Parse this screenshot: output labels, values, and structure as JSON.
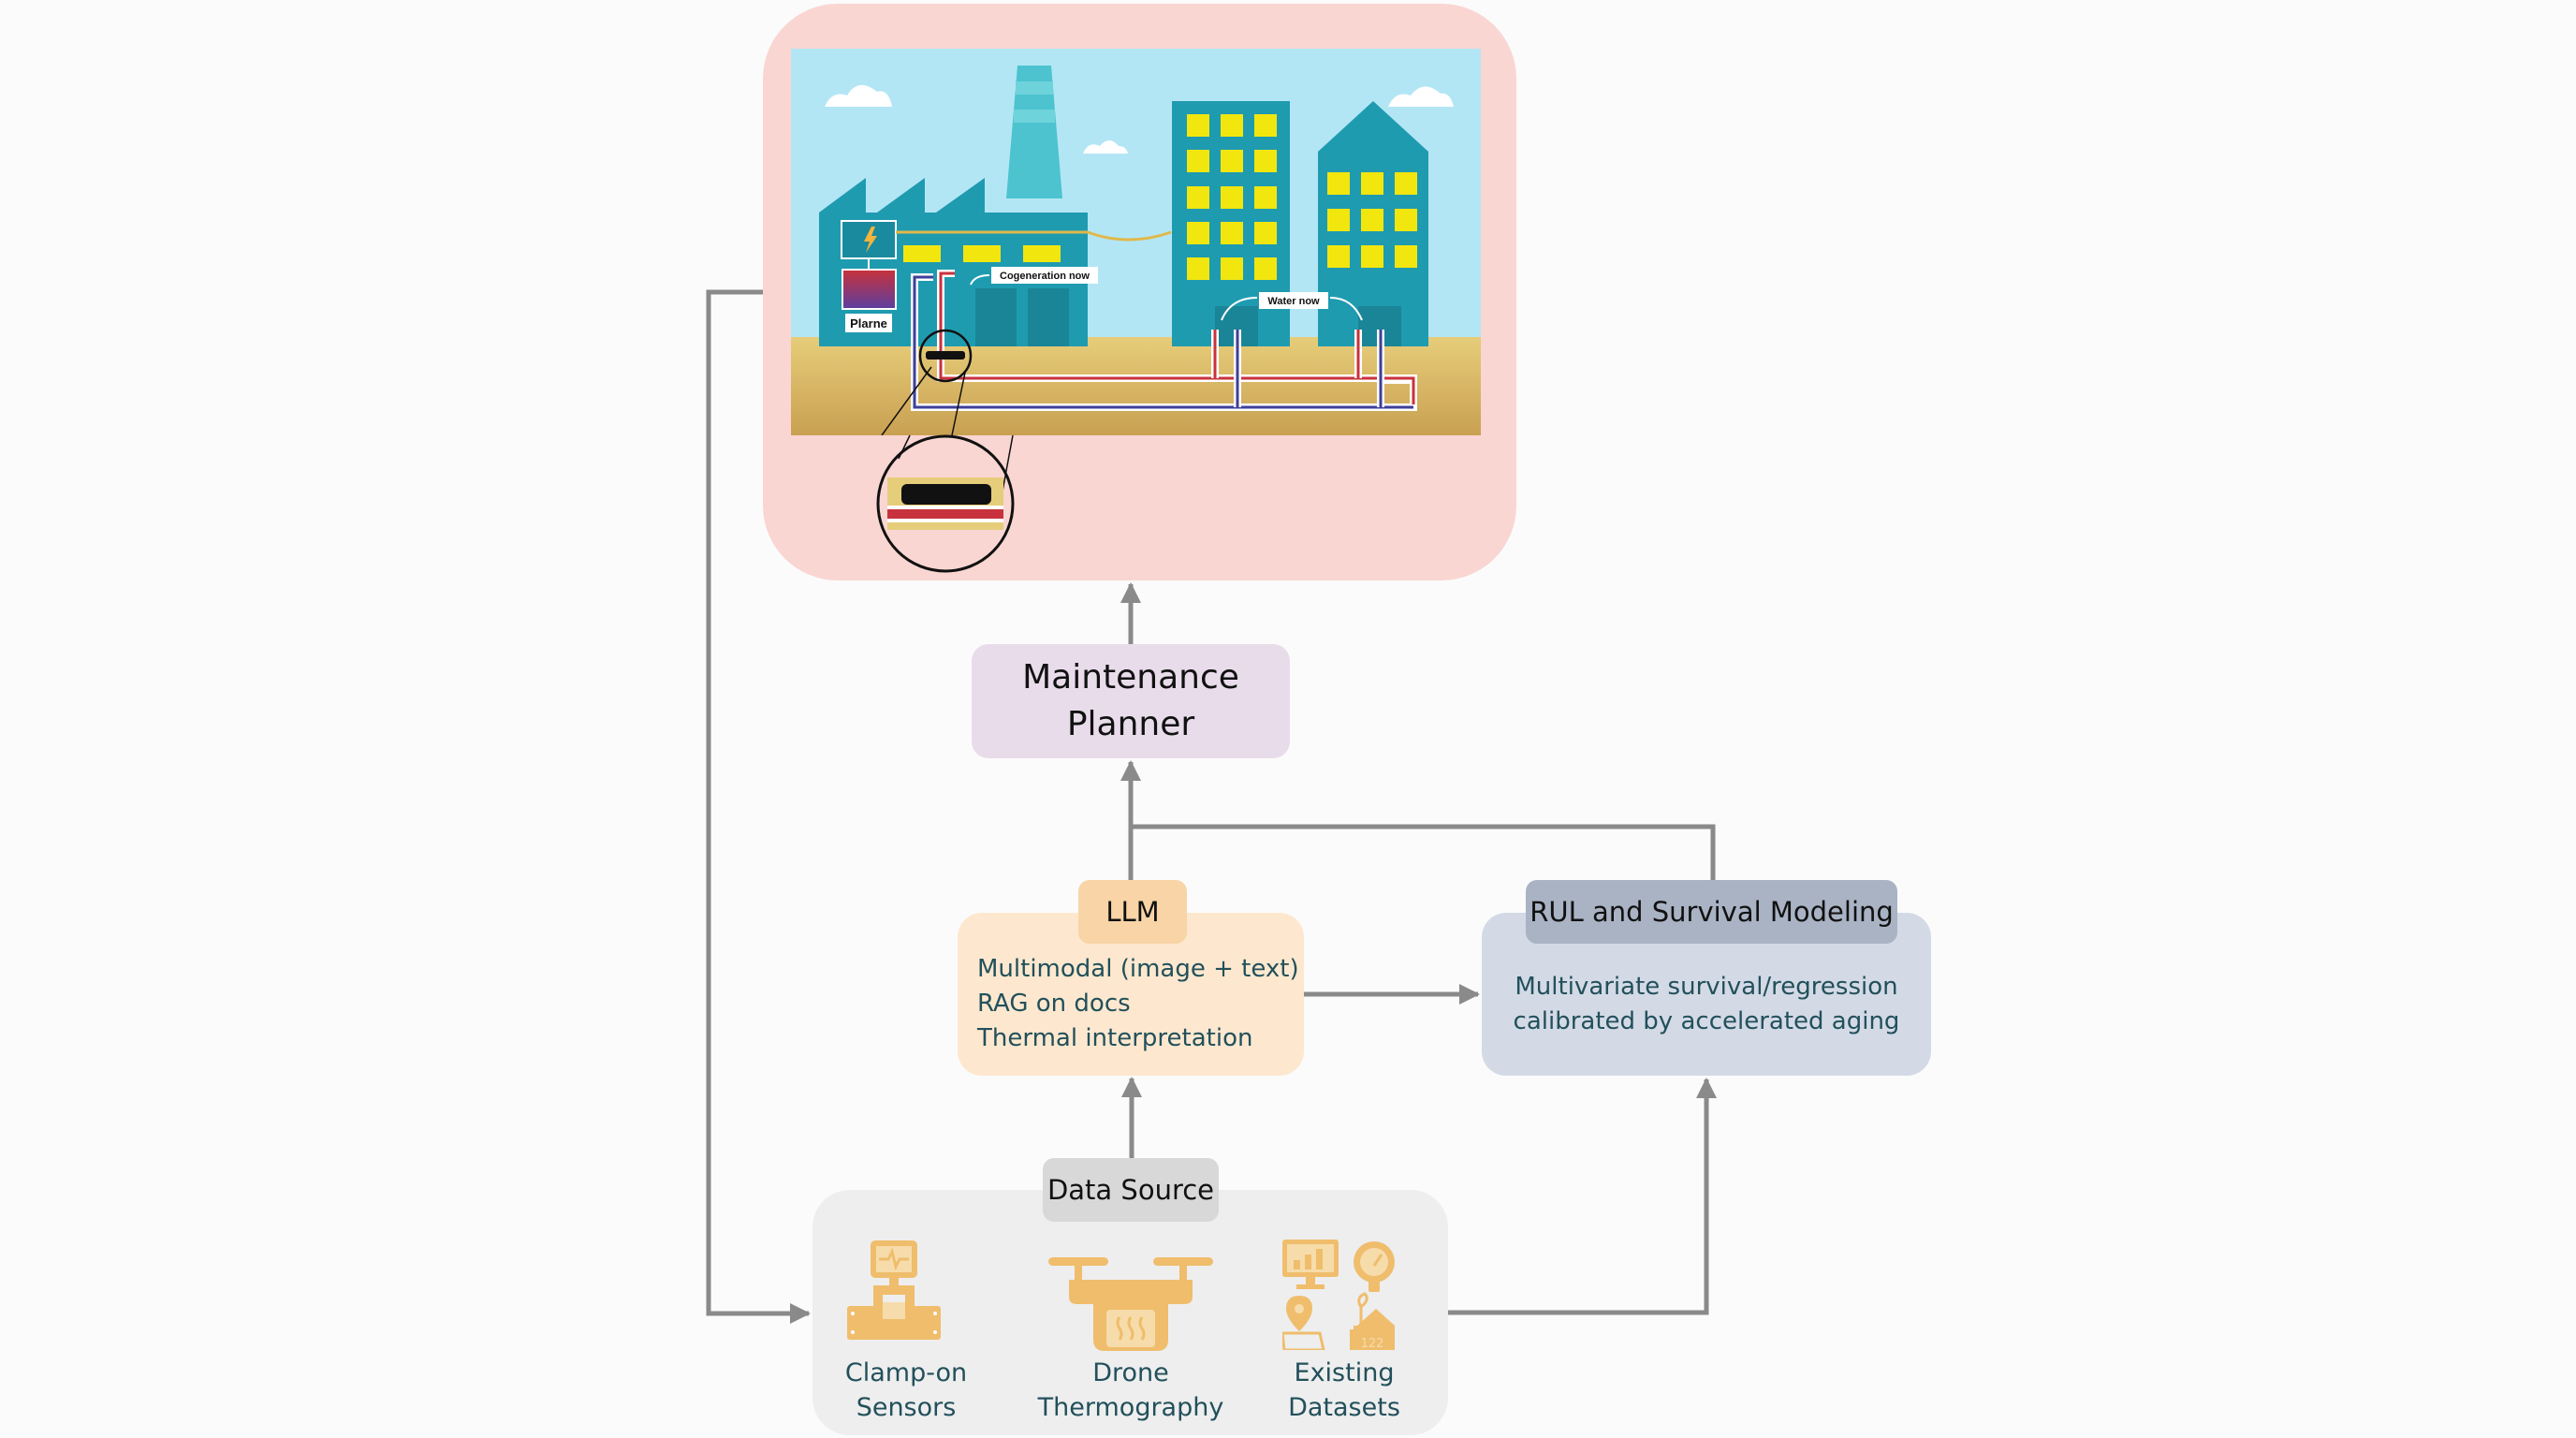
{
  "illustration": {
    "labels": {
      "cogeneration": "Cogeneration now",
      "plant": "Plarne",
      "water": "Water now"
    },
    "colors": {
      "frame": "#f9d6d2",
      "sky": "#b3e6f5",
      "building": "#1f9bb0",
      "window": "#f2e60f",
      "ground": "#dfbf6e",
      "pipe_hot": "#c8323c",
      "pipe_cold": "#3e3f98"
    }
  },
  "maintenance_planner": {
    "label": "Maintenance Planner"
  },
  "llm": {
    "title": "LLM",
    "items": [
      "Multimodal (image + text)",
      "RAG on docs",
      "Thermal interpretation"
    ]
  },
  "rul": {
    "title": "RUL and Survival Modeling",
    "items": [
      "Multivariate survival/regression",
      "calibrated by accelerated aging"
    ]
  },
  "data_source": {
    "title": "Data Source",
    "sources": [
      {
        "icon": "clamp-on-sensor-icon",
        "line1": "Clamp-on",
        "line2": "Sensors"
      },
      {
        "icon": "drone-thermography-icon",
        "line1": "Drone",
        "line2": "Thermography"
      },
      {
        "icon": "existing-datasets-icon",
        "line1": "Existing",
        "line2": "Datasets",
        "badge": "122"
      }
    ]
  },
  "colors": {
    "connector": "#8a8a8a",
    "icon": "#efbd6c",
    "body_text": "#22505b"
  }
}
